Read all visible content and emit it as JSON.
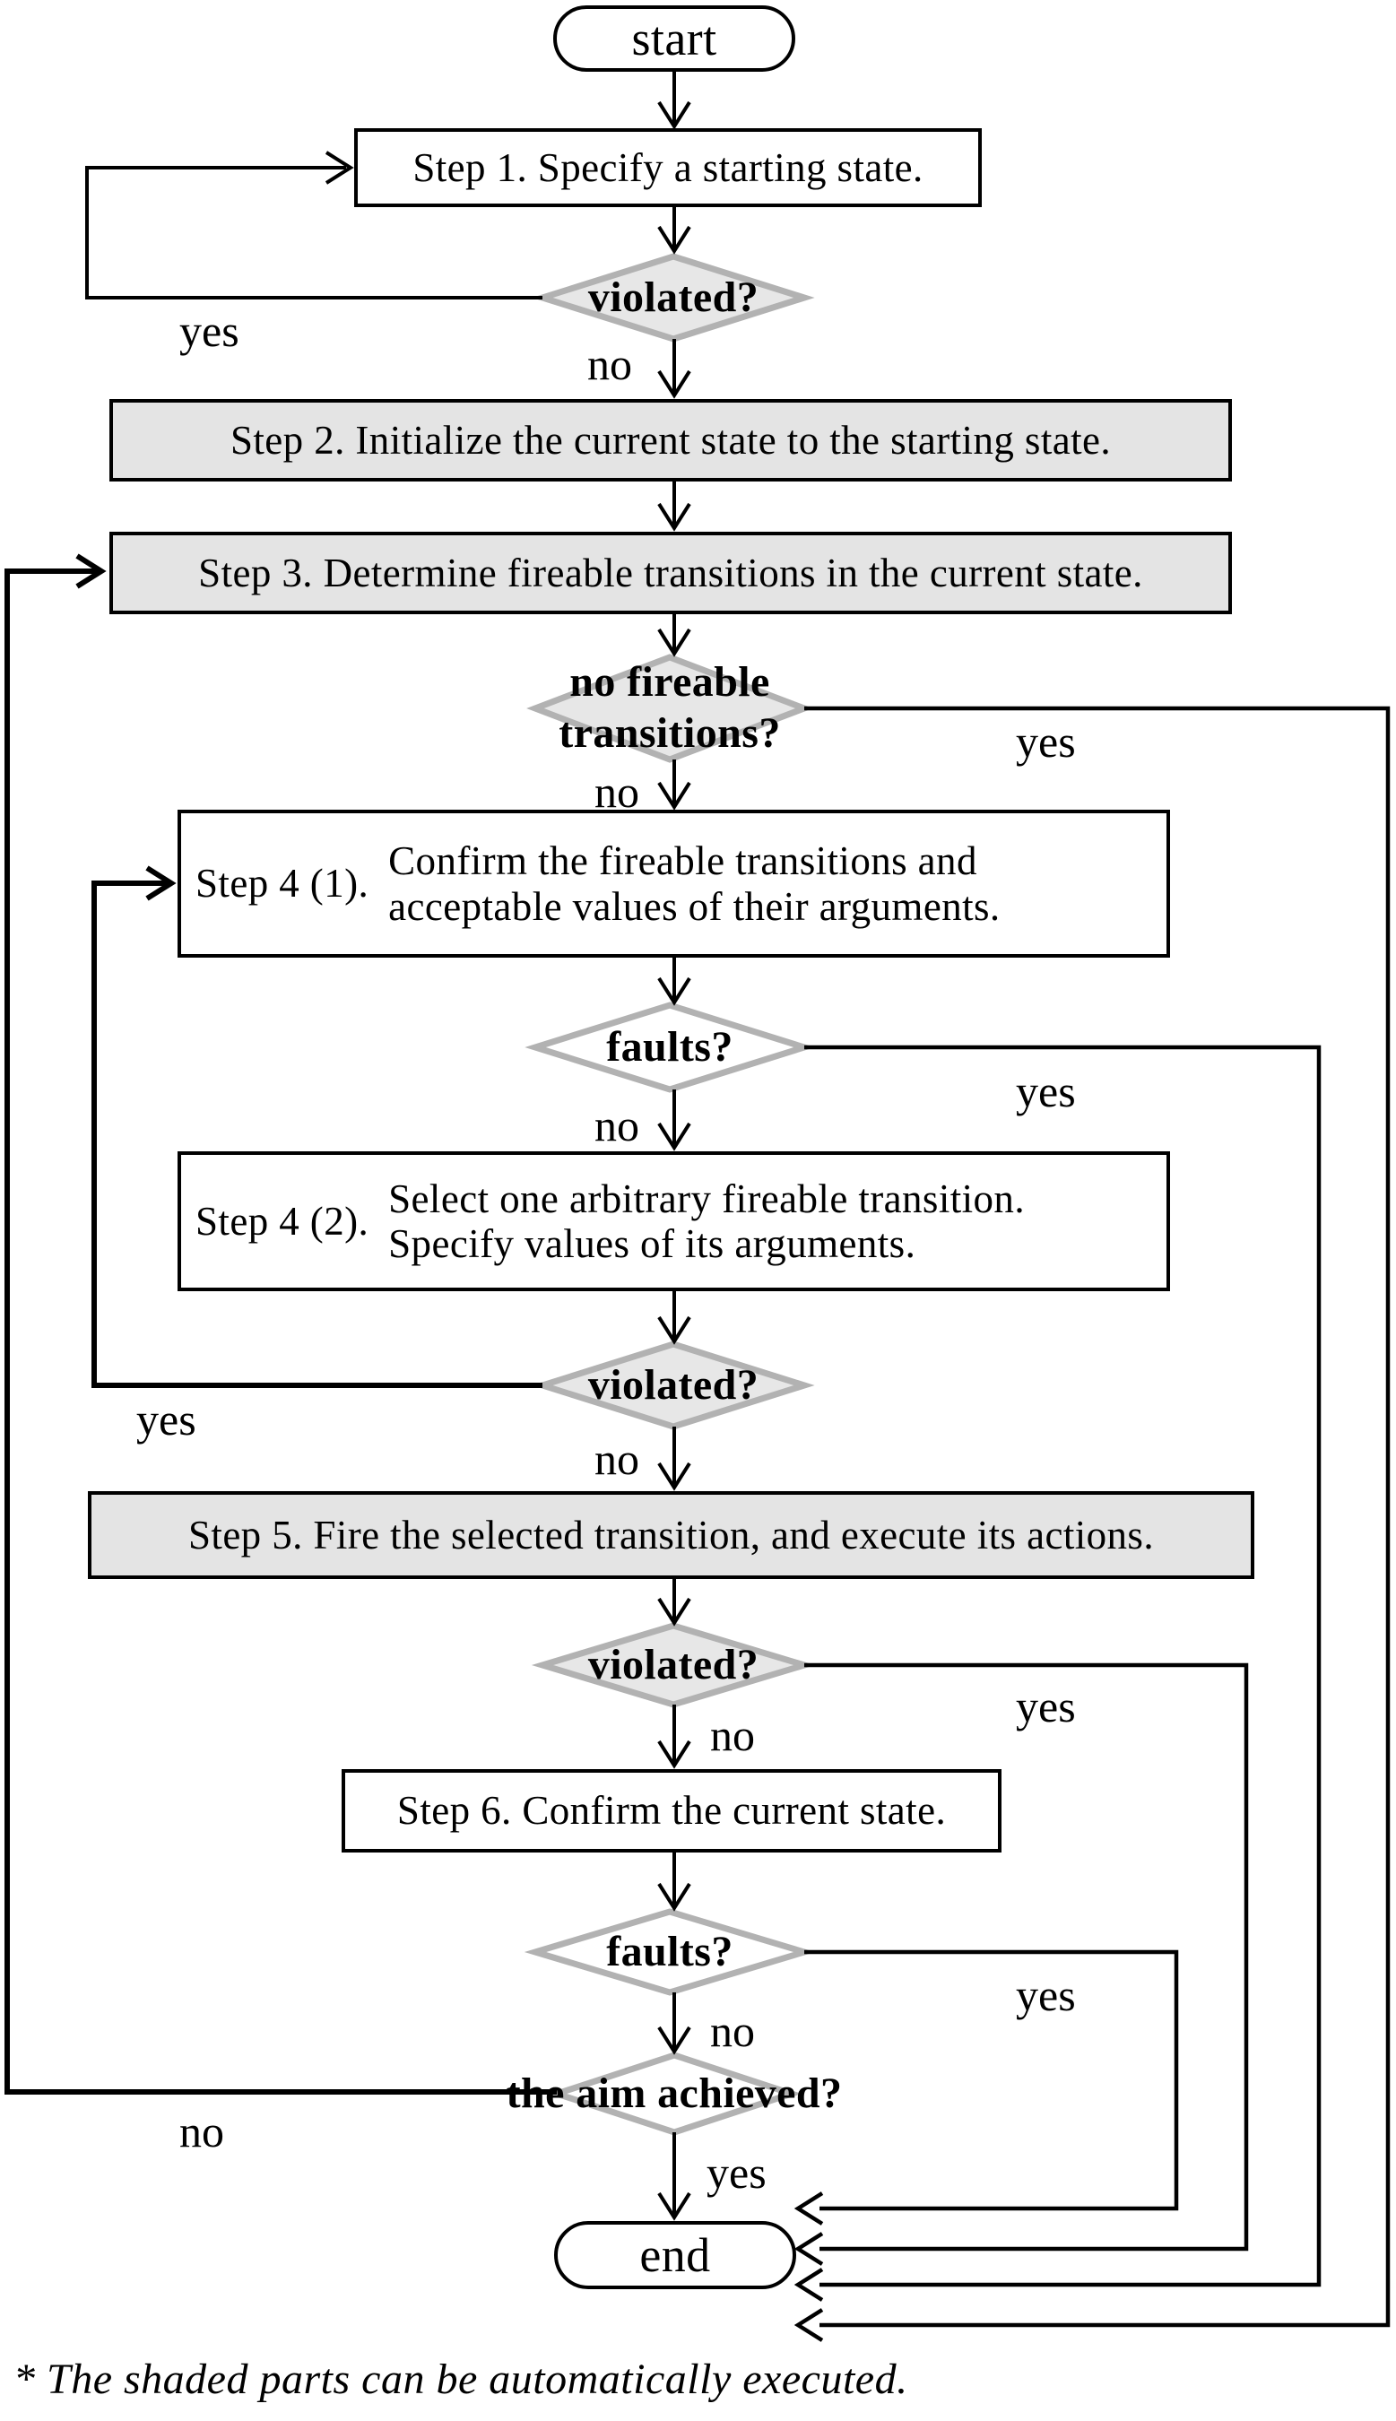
{
  "nodes": {
    "start": "start",
    "step1": "Step 1. Specify a starting state.",
    "violated1": "violated?",
    "step2": "Step 2. Initialize the current state to the starting state.",
    "step3": "Step 3. Determine fireable transitions in the current state.",
    "no_fireable_line1": "no fireable",
    "no_fireable_line2": "transitions?",
    "step4_1_prefix": "Step 4 (1).",
    "step4_1_line1": "Confirm the fireable transitions and",
    "step4_1_line2": "acceptable values of their arguments.",
    "faults1": "faults?",
    "step4_2_prefix": "Step 4 (2).",
    "step4_2_line1": "Select one arbitrary fireable transition.",
    "step4_2_line2": "Specify values of its arguments.",
    "violated2": "violated?",
    "step5": "Step 5. Fire the selected transition, and execute its actions.",
    "violated3": "violated?",
    "step6": "Step 6. Confirm the current state.",
    "faults2": "faults?",
    "aim": "the aim achieved?",
    "end": "end"
  },
  "labels": {
    "yes": "yes",
    "no": "no"
  },
  "footnote": "* The shaded parts can be automatically executed.",
  "colors": {
    "shaded_fill": "#e4e4e4",
    "diamond_shaded_fill": "#e7e7e7",
    "diamond_border": "#b2b2b2",
    "line": "#000000"
  }
}
